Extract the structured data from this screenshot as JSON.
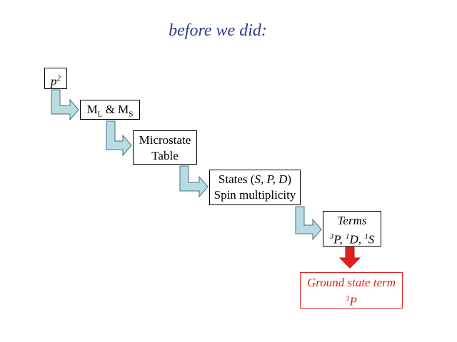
{
  "title": "before we did:",
  "steps": {
    "p2": {
      "base": "p",
      "sup": "2"
    },
    "mlms": {
      "m1": "M",
      "sub1": "L",
      "amp": " & M",
      "sub2": "S"
    },
    "microstate": {
      "line1": "Microstate",
      "line2": "Table"
    },
    "states": {
      "prefix": "States (",
      "letters": "S, P, D",
      "suffix": ")",
      "line2": "Spin multiplicity"
    },
    "terms": {
      "line1": "Terms",
      "t1_sup": "3",
      "t1": "P, ",
      "t2_sup": "1",
      "t2": "D, ",
      "t3_sup": "1",
      "t3": "S"
    },
    "ground": {
      "line1": "Ground state term",
      "sup": "3",
      "letter": "P"
    }
  },
  "colors": {
    "title": "#2b3a8f",
    "arrow_fill": "#b7dde3",
    "arrow_stroke": "#4a6e78",
    "ground": "#e02020"
  }
}
